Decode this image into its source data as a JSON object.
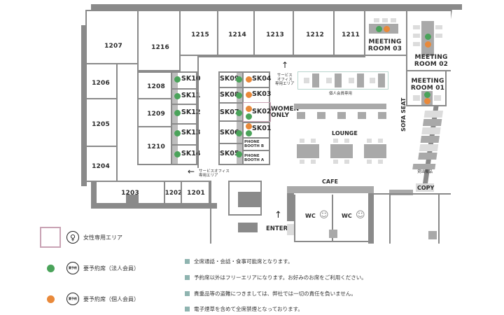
{
  "rooms": {
    "r1207": "1207",
    "r1216": "1216",
    "r1215": "1215",
    "r1214": "1214",
    "r1213": "1213",
    "r1212": "1212",
    "r1211": "1211",
    "r1206": "1206",
    "r1205": "1205",
    "r1204": "1204",
    "r1208": "1208",
    "r1209": "1209",
    "r1210": "1210",
    "r1203": "1203",
    "r1202": "1202",
    "r1201": "1201"
  },
  "meeting_rooms": [
    {
      "label_line1": "MEETING",
      "label_line2": "ROOM 03"
    },
    {
      "label_line1": "MEETING",
      "label_line2": "ROOM 02"
    },
    {
      "label_line1": "MEETING",
      "label_line2": "ROOM 01"
    }
  ],
  "booths": {
    "left": [
      "SK10",
      "SK11",
      "SK12",
      "SK13",
      "SK14"
    ],
    "mid": [
      "SK09",
      "SK08",
      "SK07",
      "SK06",
      "SK05"
    ],
    "right": [
      "SK04",
      "SK03",
      "SK02",
      "SK01"
    ],
    "phone_b": {
      "l1": "PHONE",
      "l2": "BOOTH B"
    },
    "phone_a": {
      "l1": "PHONE",
      "l2": "BOOTH A"
    }
  },
  "areas": {
    "women_only_1": "WOMEN",
    "women_only_2": "ONLY",
    "lounge": "LOUNGE",
    "cafe": "CAFE",
    "sofa_seat": "SOFA SEAT",
    "copy": "COPY",
    "enter": "ENTER",
    "wc_men": "WC",
    "wc_women": "WC",
    "individual_members_only": "個人会員専用",
    "service_office_top_1": "サービス",
    "service_office_top_2": "オフィス",
    "service_office_top_3": "専用エリア",
    "service_office_bottom_1": "サービスオフィス",
    "service_office_bottom_2": "専用エリア",
    "supplies": "貸出備品"
  },
  "legend": {
    "women_area": "女性専用エリア",
    "reserve_corporate": "要予約席（法人会員）",
    "reserve_individual": "要予約席（個人会員）",
    "reserve_icon_text": "要予約"
  },
  "notes": [
    "全席通話・会話・食事可能席となります。",
    "予約席以外はフリーエリアになります。お好みのお席をご利用ください。",
    "貴重品等の盗難につきましては、弊社では一切の責任を負いません。",
    "電子煙草を含めて全席禁煙となっております。"
  ],
  "colors": {
    "corporate": "#4aa35a",
    "individual": "#e9893a",
    "women_area_border": "#c9a3b4",
    "note_bullet": "#8fb4b0",
    "wall": "#8a8a8a"
  }
}
